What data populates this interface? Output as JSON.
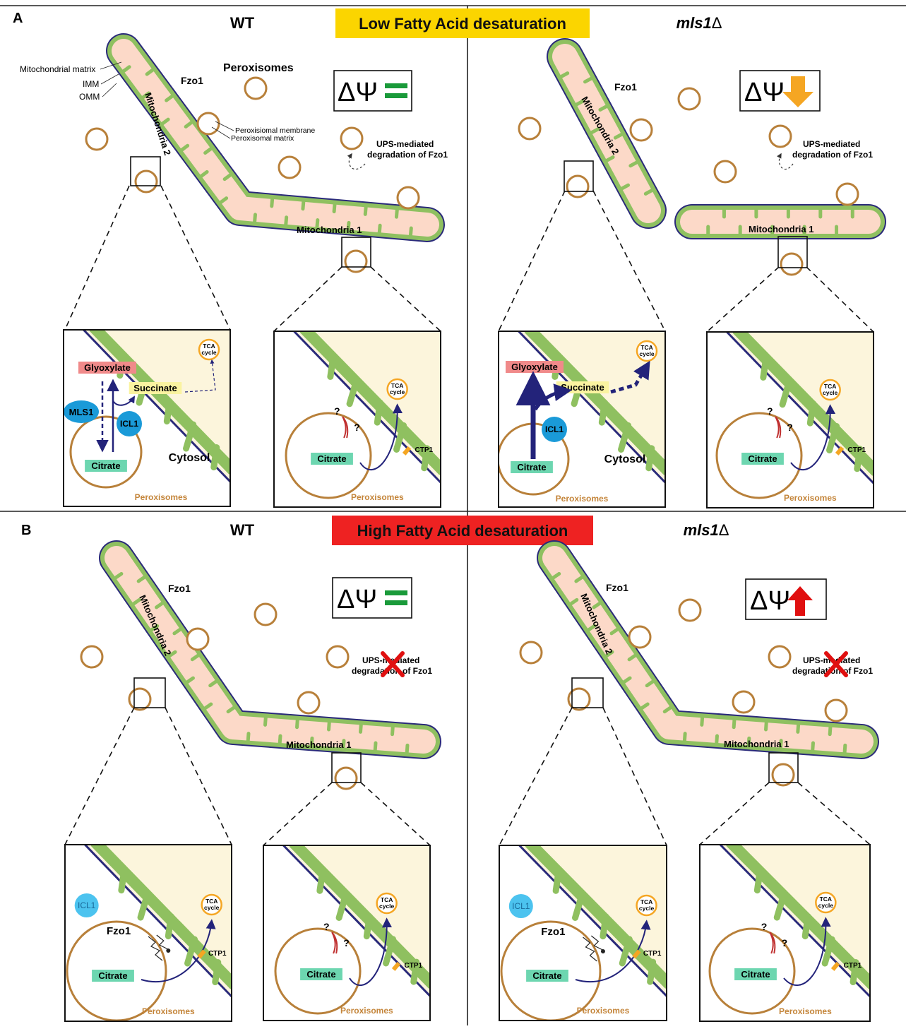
{
  "panelA": {
    "letter": "A",
    "banner": "Low Fatty Acid desaturation",
    "banner_color": "#fbd500",
    "wt_title": "WT",
    "mut_title_base": "mls1",
    "mut_title_delta": "Δ",
    "dpsi": "ΔΨ",
    "wt_dpsi_state": "equal",
    "mut_dpsi_state": "down",
    "labels": {
      "mito_matrix": "Mitochondrial matrix",
      "imm": "IMM",
      "omm": "OMM",
      "fzo1": "Fzo1",
      "peroxisomes": "Peroxisomes",
      "perox_membrane": "Peroxisiomal membrane",
      "perox_matrix": "Peroxisomal matrix",
      "ups_line1": "UPS-mediated",
      "ups_line2": "degradation of Fzo1",
      "mito1": "Mitochondria 1",
      "mito2": "Mitochondria 2"
    }
  },
  "panelB": {
    "letter": "B",
    "banner": "High Fatty Acid desaturation",
    "banner_color": "#ee2222",
    "wt_title": "WT",
    "mut_title_base": "mls1",
    "mut_title_delta": "Δ",
    "dpsi": "ΔΨ",
    "wt_dpsi_state": "equal",
    "mut_dpsi_state": "up",
    "labels": {
      "fzo1": "Fzo1",
      "ups_line1": "UPS-mediated",
      "ups_line2": "degradation of Fzo1",
      "mito1": "Mitochondria 1",
      "mito2": "Mitochondria 2"
    }
  },
  "insets": {
    "glyoxylate": "Glyoxylate",
    "succinate": "Succinate",
    "citrate": "Citrate",
    "mls1": "MLS1",
    "icl1": "ICL1",
    "cytosol": "Cytosol",
    "peroxisomes": "Peroxisomes",
    "tca_line1": "TCA",
    "tca_line2": "cycle",
    "ctp1": "CTP1",
    "question": "?",
    "fzo1": "Fzo1"
  },
  "colors": {
    "matrix": "#fcd9c8",
    "membrane_green": "#8fc060",
    "mito_outline": "#2a2a7a",
    "peroxisome": "#b8803a",
    "arrow_navy": "#23237a",
    "equal_green": "#1a9a3a",
    "down_orange": "#f5a623",
    "up_red": "#e01010",
    "glyoxylate_box": "#f08a8a",
    "succinate_box": "#faf3a0",
    "citrate_box": "#6dd6b0",
    "icl1_blue": "#1a9ad8",
    "inset_cytoplasm": "#fcf5dc"
  }
}
